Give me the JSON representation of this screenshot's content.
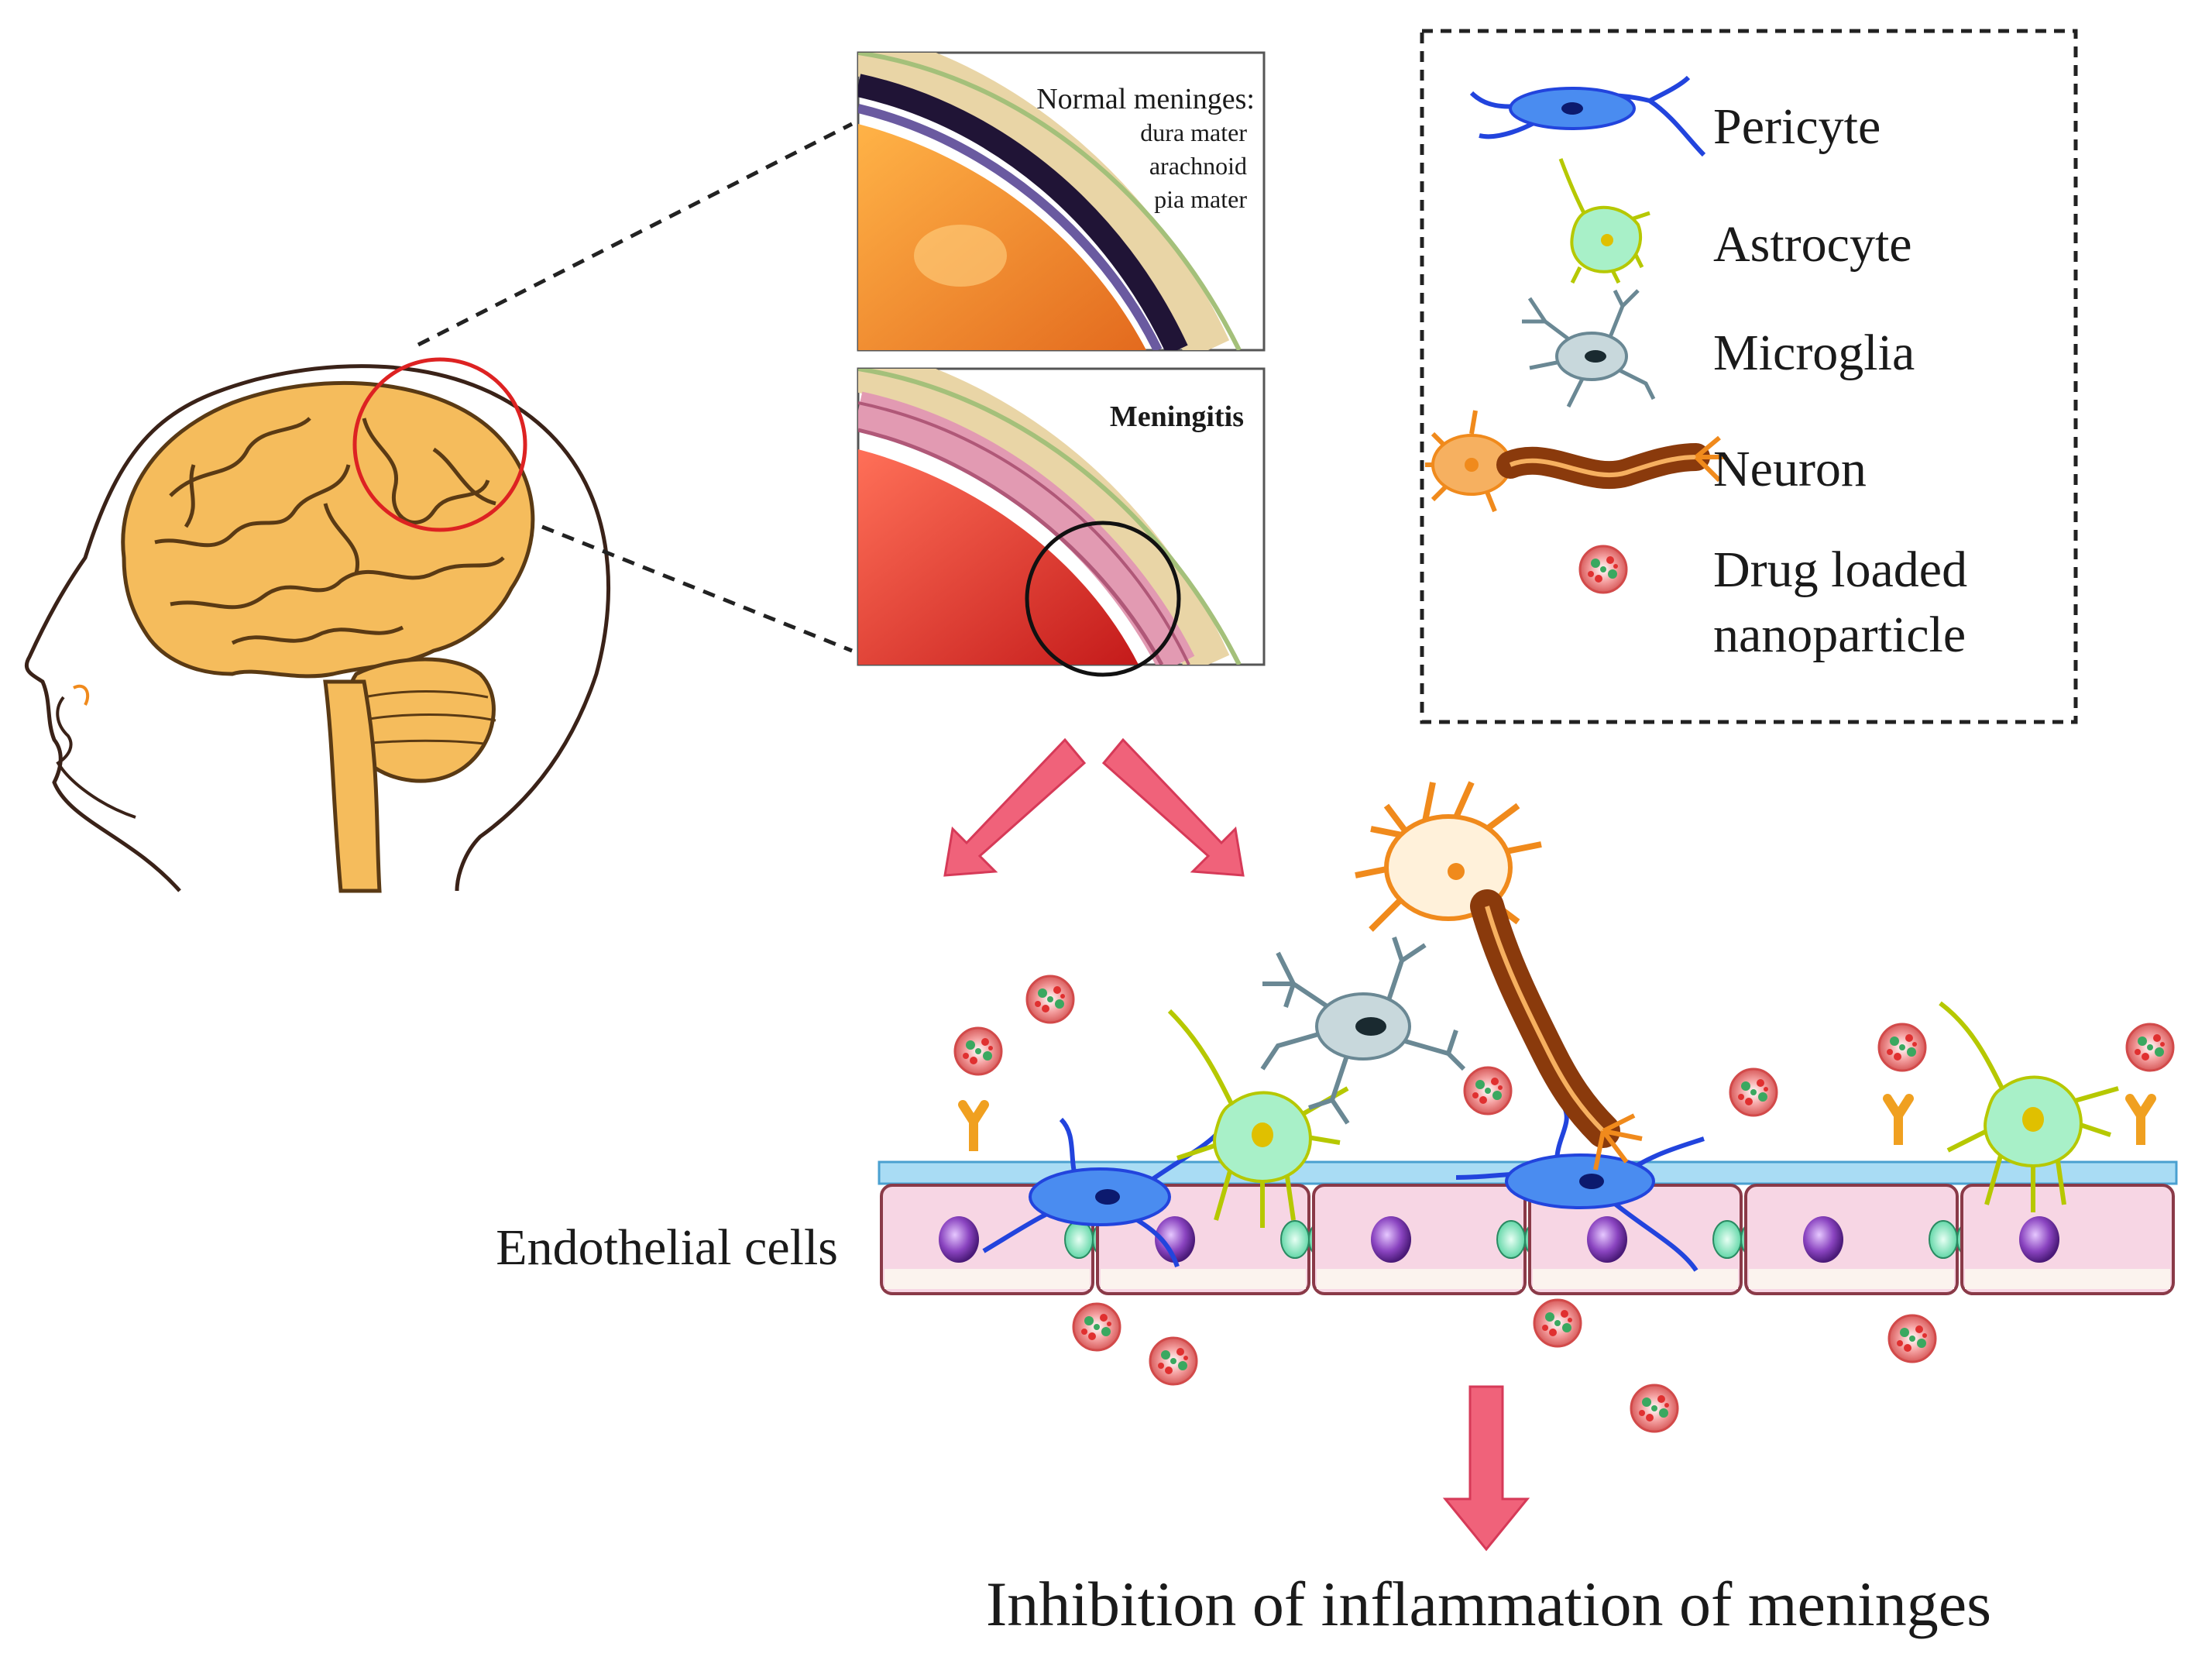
{
  "panels": {
    "normal": {
      "title": "Normal meninges:",
      "layers": [
        "dura mater",
        "arachnoid",
        "pia mater"
      ]
    },
    "disease": {
      "title": "Meningitis"
    }
  },
  "legend": {
    "items": [
      {
        "label": "Pericyte",
        "icon": "pericyte-icon",
        "color": "#2244dd"
      },
      {
        "label": "Astrocyte",
        "icon": "astrocyte-icon",
        "color": "#a8f0c8"
      },
      {
        "label": "Microglia",
        "icon": "microglia-icon",
        "color": "#b8c8cc"
      },
      {
        "label": "Neuron",
        "icon": "neuron-icon",
        "color": "#f08a1c"
      },
      {
        "label": "Drug loaded\nnanoparticle",
        "icon": "nanoparticle-icon",
        "color": "#e05a5a"
      }
    ]
  },
  "barrier": {
    "label": "Endothelial cells"
  },
  "outcome": {
    "text": "Inhibition of inflammation of meninges"
  },
  "colors": {
    "arrow": "#f0627a",
    "brain": "#f5bc5c",
    "highlight_circle": "#dd2222",
    "endothelium": "#f7d6e4",
    "nucleus": "#7a3aa8"
  }
}
